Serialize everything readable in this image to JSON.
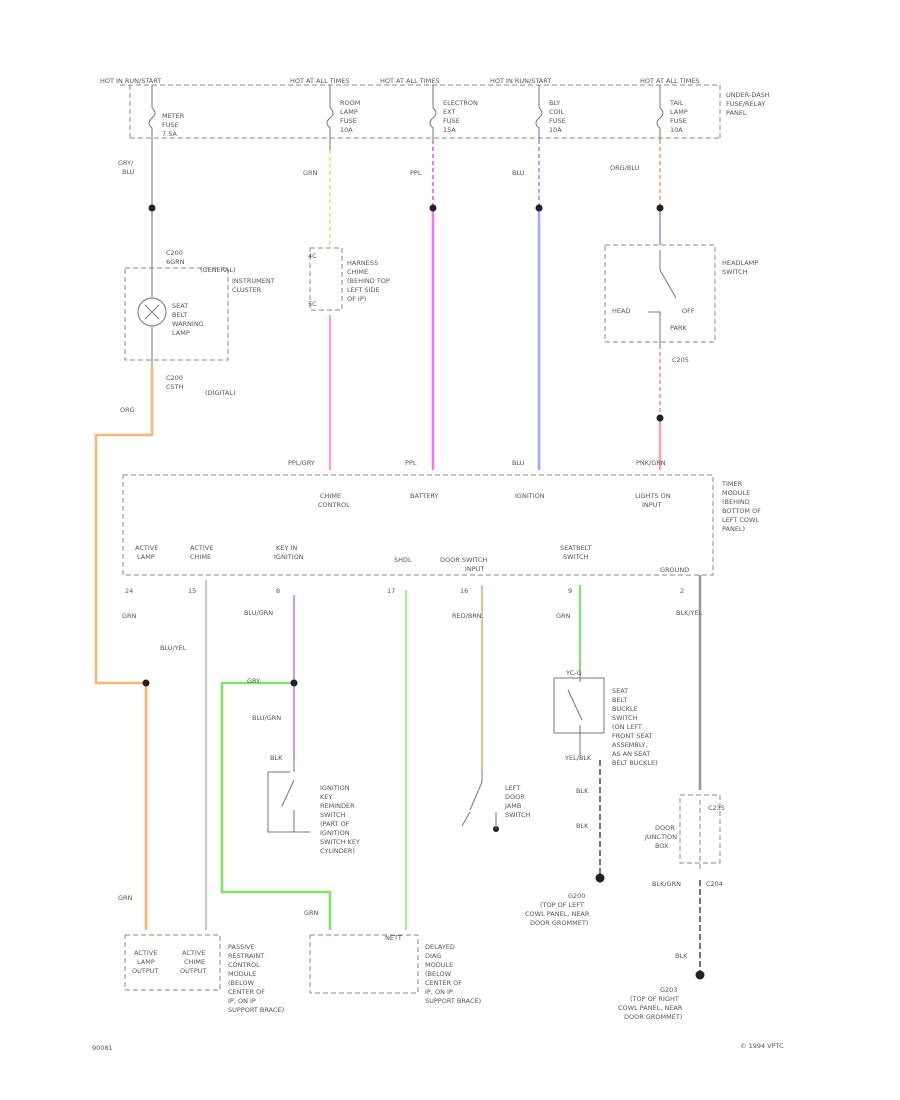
{
  "fuse_panel": {
    "bus_labels": [
      "HOT IN RUN/START",
      "HOT AT ALL TIMES",
      "HOT AT ALL TIMES",
      "HOT IN RUN/START",
      "HOT AT ALL TIMES"
    ],
    "panel_label": [
      "UNDER-DASH",
      "FUSE/RELAY",
      "PANEL"
    ],
    "fuses": [
      [
        "METER",
        "FUSE",
        "7.5A"
      ],
      [
        "ROOM",
        "LAMP",
        "FUSE",
        "10A"
      ],
      [
        "ELECTRON",
        "EXT",
        "FUSE",
        "15A"
      ],
      [
        "BLY",
        "COIL",
        "FUSE",
        "10A"
      ],
      [
        "TAIL",
        "LAMP",
        "FUSE",
        "10A"
      ]
    ]
  },
  "wire_labels": {
    "meter_feed": [
      "GRY/",
      "BLU"
    ],
    "room_lamp": "GRN",
    "electron": "PPL",
    "bly_coil": "BLU",
    "tail_lamp": "ORG/BLU",
    "cluster_out": "ORG",
    "timer_room": "PPL/GRY",
    "timer_battery": "PPL",
    "timer_ignition": "BLU",
    "timer_lights": "PNK/GRN",
    "active_lamp_out": "GRN",
    "active_chime": "BLU/YEL",
    "key_switch": "BLU/GRN",
    "belt_sw_out": "GRY",
    "door_sw": "RED/BRN",
    "seatbelt_sw": "GRN",
    "ground_timer": "BLK/YEL",
    "key_switch_lower": "BLU/GRN",
    "key_ground": "BLK",
    "active_lamp_bottom": "GRN",
    "buckle_top": "YEL/BLK",
    "buckle_bottom_1": "BLK",
    "buckle_bottom_2": "BLK",
    "jb_out": "BLK/GRN",
    "g_bottom": "BLK",
    "delayed_green": "GRN",
    "belt_sw_lower": "GRN"
  },
  "connectors": {
    "c_cluster_top": [
      "C200",
      "6GRN"
    ],
    "c_cluster_bottom": [
      "C200",
      "C5TH"
    ],
    "c_harness_top": "4C",
    "c_harness_bottom": "5C",
    "c_headlamp": "C205",
    "c_junction_top": "C235",
    "c_junction_bottom": "C204",
    "c_buckle_top": "YC-G"
  },
  "components": {
    "instrument_cluster": [
      "(GENERAL)",
      "INSTRUMENT",
      "CLUSTER"
    ],
    "seat_belt_lamp": [
      "SEAT",
      "BELT",
      "WARNING",
      "LAMP"
    ],
    "cluster_digital": "(DIGITAL)",
    "harness": [
      "HARNESS",
      "CHIME",
      "(BEHIND TOP",
      "LEFT SIDE",
      "OF IP)"
    ],
    "headlamp_switch": [
      "HEADLAMP",
      "SWITCH"
    ],
    "headlamp_positions": [
      "HEAD",
      "OFF",
      "PARK"
    ],
    "timer_module": [
      "TIMER",
      "MODULE",
      "(BEHIND",
      "BOTTOM OF",
      "LEFT COWL",
      "PANEL)"
    ],
    "timer_inputs": [
      [
        "CHIME",
        "CONTROL"
      ],
      [
        "BATTERY"
      ],
      [
        "IGNITION"
      ],
      [
        "LIGHTS ON",
        "INPUT"
      ]
    ],
    "timer_outputs": [
      [
        "ACTIVE",
        "LAMP"
      ],
      [
        "ACTIVE",
        "CHIME"
      ],
      [
        "KEY IN",
        "IGNITION"
      ],
      [
        "SHDL"
      ],
      [
        "DOOR SWITCH",
        "INPUT"
      ],
      [
        "SEATBELT",
        "SWITCH"
      ],
      [
        "GROUND"
      ]
    ],
    "timer_output_pins": [
      "24",
      "15",
      "8",
      "17",
      "16",
      "9",
      "2"
    ],
    "ignition_key_switch": [
      "IGNITION",
      "KEY",
      "REMINDER",
      "SWITCH",
      "(PART OF",
      "IGNITION",
      "SWITCH KEY",
      "CYLINDER)"
    ],
    "door_jamb_switch": [
      "LEFT",
      "DOOR",
      "JAMB",
      "SWITCH"
    ],
    "seat_belt_buckle_switch": [
      "SEAT",
      "BELT",
      "BUCKLE",
      "SWITCH",
      "(ON LEFT",
      "FRONT SEAT",
      "ASSEMBLY,",
      "AS AN SEAT",
      "BELT BUCKLE)"
    ],
    "junction_block": [
      "DOOR",
      "JUNCTION",
      "BOX"
    ],
    "g201": [
      "G200",
      "(TOP OF LEFT",
      "COWL PANEL, NEAR",
      "DOOR GROMMET)"
    ],
    "g202": [
      "G203",
      "(TOP OF RIGHT",
      "COWL PANEL, NEAR",
      "DOOR GROMMET)"
    ],
    "pass_restraint": [
      "PASSIVE",
      "RESTRAINT",
      "CONTROL",
      "MODULE",
      "(BELOW",
      "CENTER OF",
      "IP, ON IP",
      "SUPPORT BRACE)"
    ],
    "pass_restraint_terms": [
      [
        "ACTIVE",
        "LAMP",
        "OUTPUT"
      ],
      [
        "ACTIVE",
        "CHIME",
        "OUTPUT"
      ]
    ],
    "delayed_module": [
      "DELAYED",
      "DIAG",
      "MODULE",
      "(BELOW",
      "CENTER OF",
      "IP, ON IP",
      "SUPPORT BRACE)"
    ],
    "delayed_term": "NETT"
  },
  "footer": {
    "left": "90081",
    "right": "© 1994 VPTC"
  },
  "colors": {
    "orange": "#f7b57a",
    "pink": "#f19ce7",
    "magenta": "#ea7df0",
    "blue": "#a8a6f8",
    "yellow": "#f3e37a",
    "red": "#f7a3b6",
    "green": "#7fe26a",
    "green_light": "#a7e89a",
    "tan": "#d7c59a",
    "purple": "#c6a2d8",
    "gray": "#9a9a9a",
    "dark": "#222222"
  }
}
